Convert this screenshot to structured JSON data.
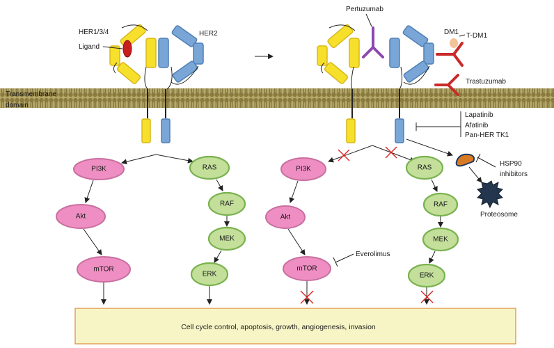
{
  "labels": {
    "her134": "HER1/3/4",
    "ligand": "Ligand",
    "her2": "HER2",
    "transmembrane_line1": "Transmembrane",
    "transmembrane_line2": "domain",
    "pertuzumab": "Pertuzumab",
    "dm1": "DM1",
    "tdm1": "T-DM1",
    "trastuzumab": "Trastuzumab",
    "lapatinib": "Lapatinib",
    "afatinib": "Afatinib",
    "pan_her": "Pan-HER TK1",
    "hsp90_line1": "HSP90",
    "hsp90_line2": "inhibitors",
    "proteosome": "Proteosome",
    "everolimus": "Everolimus"
  },
  "left_pathway": {
    "pi3k": "PI3K",
    "akt": "Akt",
    "mtor": "mTOR",
    "ras": "RAS",
    "raf": "RAF",
    "mek": "MEK",
    "erk": "ERK"
  },
  "right_pathway": {
    "pi3k": "PI3K",
    "akt": "Akt",
    "mtor": "mTOR",
    "ras": "RAS",
    "raf": "RAF",
    "mek": "MEK",
    "erk": "ERK"
  },
  "outcome_bar": "Cell cycle control, apoptosis, growth, angiogenesis, invasion",
  "colors": {
    "her134_domain": "#f6e02c",
    "her2_domain": "#79a6d6",
    "ligand": "#c81e1e",
    "pertuzumab": "#8c48b0",
    "trastuzumab": "#c92a2a",
    "dm1": "#f2c49a",
    "membrane": "#8f7d3c",
    "pi3k_akt_mtor": "#ee8ec2",
    "ras_raf_mek_erk": "#c3df9a",
    "block_mark": "#e02020",
    "outcome_bar": "#f7f5c6"
  }
}
